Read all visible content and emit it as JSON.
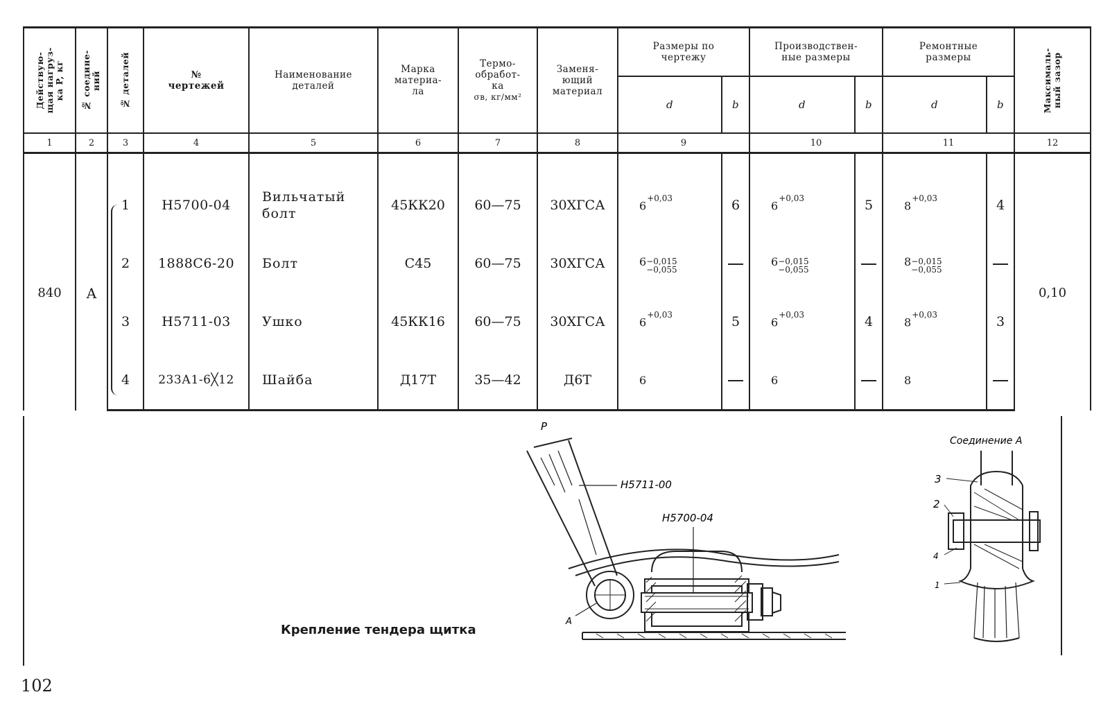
{
  "header": {
    "col1": "Действую-\nщая нагруз-\nка P, кг",
    "col2": "№ соедине-\nний",
    "col3": "№ деталей",
    "col4_a": "№",
    "col4_b": "чертежей",
    "col5_a": "Наименование",
    "col5_b": "деталей",
    "col6": "Марка\nматериа-\nла",
    "col7_a": "Термо-\nобработ-\nка",
    "col7_b": "σв, кг/мм²",
    "col8": "Заменя-\nющий\nматериал",
    "col9": "Размеры по\nчертежу",
    "col10": "Производствен-\nные размеры",
    "col11": "Ремонтные\nразмеры",
    "col12": "Максималь-\nный зазор",
    "sub_d": "d",
    "sub_b": "b"
  },
  "column_numbers": [
    "1",
    "2",
    "3",
    "4",
    "5",
    "6",
    "7",
    "8",
    "9",
    "10",
    "11",
    "12"
  ],
  "load": "840",
  "joint": "A",
  "max_gap": "0,10",
  "rows": [
    {
      "n": "1",
      "drawing": "Н5700-04",
      "name": "Вильчатый\nболт",
      "material": "45КК20",
      "heat": "60—75",
      "replace": "30ХГСА",
      "d9": "6",
      "d9_tol": "+0,03",
      "b9": "6",
      "d10": "6",
      "d10_tol": "+0,03",
      "b10": "5",
      "d11": "8",
      "d11_tol": "+0,03",
      "b11": "4"
    },
    {
      "n": "2",
      "drawing": "1888С6-20",
      "name": "Болт",
      "material": "С45",
      "heat": "60—75",
      "replace": "30ХГСА",
      "d9": "6",
      "d9_up": "−0,015",
      "d9_lo": "−0,055",
      "b9": "",
      "d10": "6",
      "d10_up": "−0,015",
      "d10_lo": "−0,055",
      "b10": "",
      "d11": "8",
      "d11_up": "−0,015",
      "d11_lo": "−0,055",
      "b11": ""
    },
    {
      "n": "3",
      "drawing": "Н5711-03",
      "name": "Ушко",
      "material": "45КК16",
      "heat": "60—75",
      "replace": "30ХГСА",
      "d9": "6",
      "d9_tol": "+0,03",
      "b9": "5",
      "d10": "6",
      "d10_tol": "+0,03",
      "b10": "4",
      "d11": "8",
      "d11_tol": "+0,03",
      "b11": "3"
    },
    {
      "n": "4",
      "drawing": "233А1-6╳12",
      "name": "Шайба",
      "material": "Д17Т",
      "heat": "35—42",
      "replace": "Д6Т",
      "d9": "6",
      "b9": "",
      "d10": "6",
      "b10": "",
      "d11": "8",
      "b11": ""
    }
  ],
  "figure": {
    "caption": "Крепление тендера щитка",
    "label_p": "P",
    "label_h5711": "H5711-00",
    "label_h5700": "H5700-04",
    "label_a": "A",
    "joint_title": "Соединение A",
    "part_labels": [
      "3",
      "2",
      "4",
      "1"
    ]
  },
  "page_number": "102"
}
